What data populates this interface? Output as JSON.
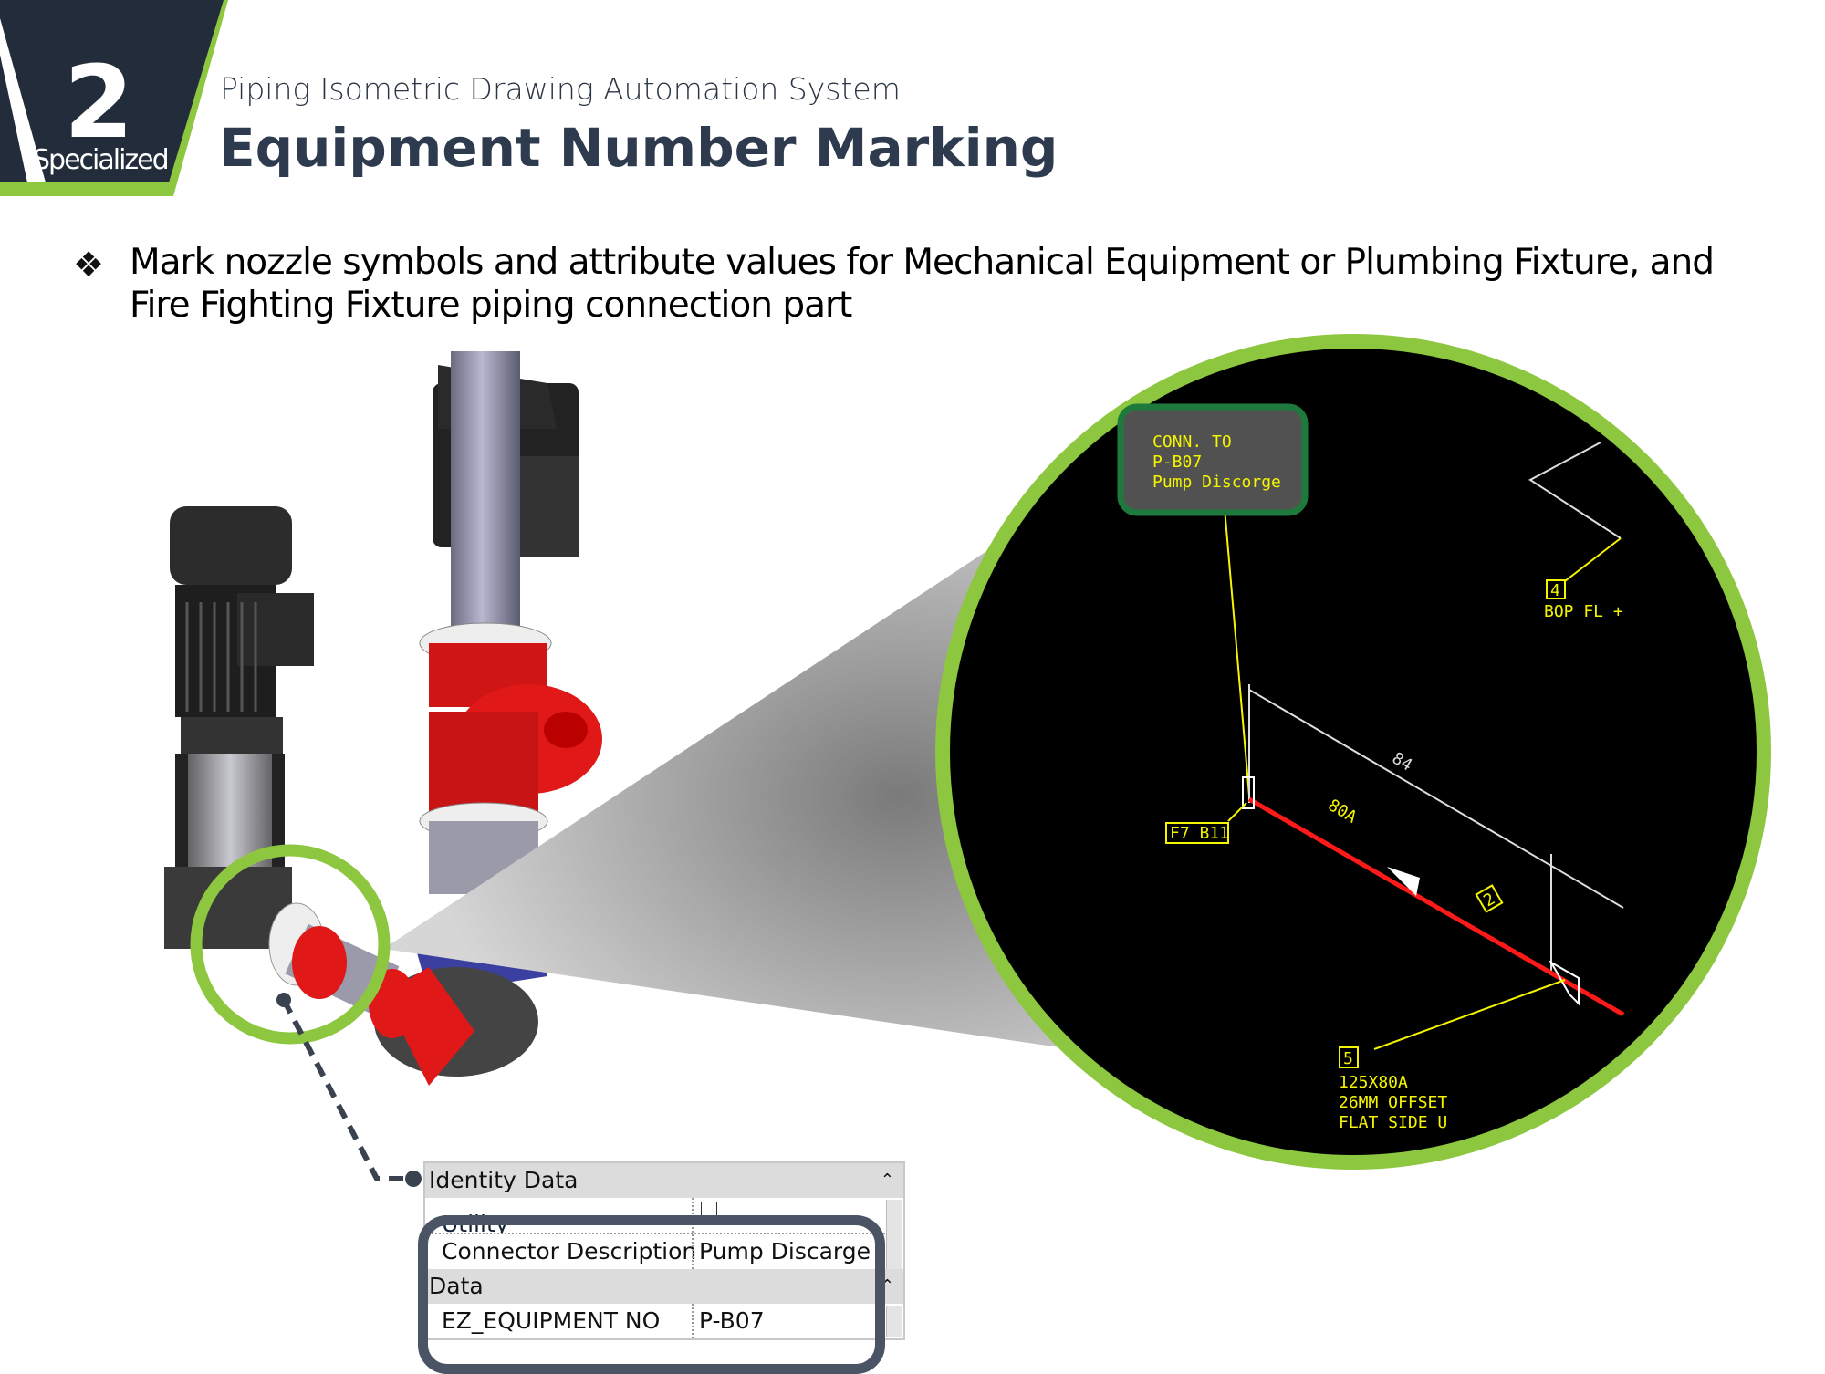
{
  "logo": {
    "number": "2",
    "word": "Specialized"
  },
  "header": {
    "subtitle": "Piping Isometric Drawing Automation System",
    "title": "Equipment Number Marking"
  },
  "bullet": {
    "icon": "diamond-bullet-icon",
    "text": "Mark nozzle symbols and attribute values for Mechanical Equipment or Plumbing Fixture, and Fire Fighting Fixture piping connection part"
  },
  "drawing": {
    "callout": {
      "line1": "CONN. TO",
      "line2": "P-B07",
      "line3": "Pump Discorge"
    },
    "tag4": "4",
    "tag4_text": "BOP FL +",
    "dimension": "84",
    "pipe_size": "80A",
    "tag2": "2",
    "flange_tag": "F7 B11",
    "tag5": "5",
    "tag5_lines": [
      "125X80A",
      "26MM OFFSET",
      "FLAT SIDE U"
    ]
  },
  "properties": {
    "groups": [
      {
        "label": "Identity Data",
        "rows": [
          {
            "name": "Utility",
            "value": ""
          },
          {
            "name": "Connector Description",
            "value": "Pump Discarge"
          }
        ]
      },
      {
        "label": "Data",
        "rows": [
          {
            "name": "EZ_EQUIPMENT NO",
            "value": "P-B07"
          }
        ]
      }
    ],
    "collapse_icon": "⌃"
  },
  "colors": {
    "accent_green": "#8dc63f",
    "navy": "#232c3a",
    "cad_yellow": "#f5f500",
    "pipe_red": "#ff1a1a"
  }
}
